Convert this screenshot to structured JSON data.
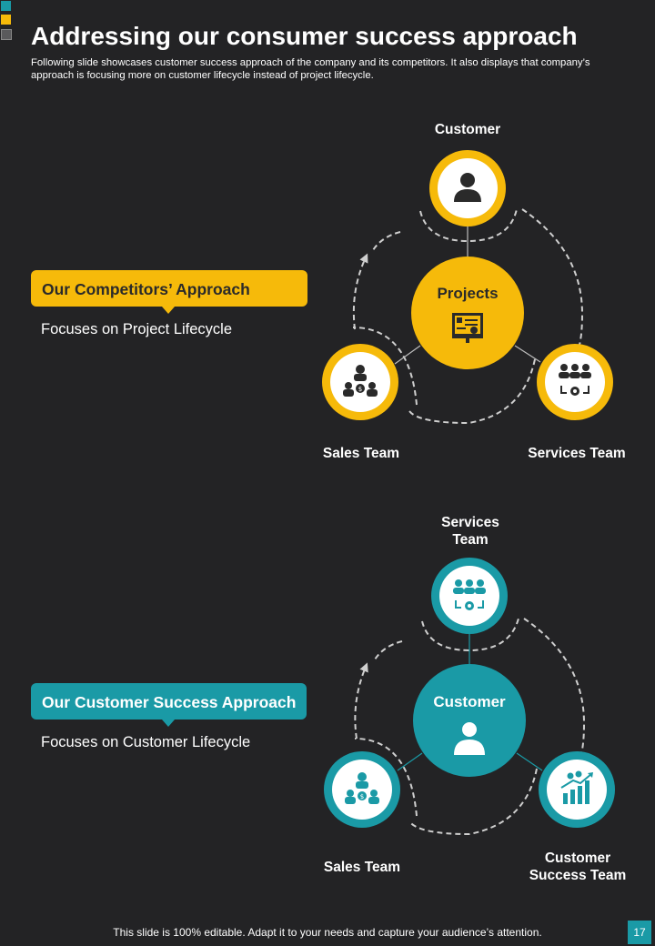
{
  "header": {
    "title": "Addressing our consumer success approach",
    "subtitle": "Following slide showcases customer success approach of the company and its competitors. It also displays that company’s approach is focusing more on customer lifecycle instead of project lifecycle."
  },
  "competitors": {
    "label": "Our Competitors’ Approach",
    "description": "Focuses on Project Lifecycle",
    "center": "Projects",
    "top": "Customer",
    "left": "Sales Team",
    "right": "Services Team",
    "accent": "#f6ba0a"
  },
  "company": {
    "label": "Our Customer Success Approach",
    "description": "Focuses on Customer Lifecycle",
    "center": "Customer",
    "top_line1": "Services",
    "top_line2": "Team",
    "left": "Sales Team",
    "right_line1": "Customer",
    "right_line2": "Success Team",
    "accent": "#1a9aa6"
  },
  "icons": {
    "customer": "person-icon",
    "projects": "presentation-board-icon",
    "sales": "sales-team-icon",
    "services": "services-team-icon",
    "customer_success": "growth-chart-team-icon"
  },
  "footer": {
    "note": "This slide is 100% editable. Adapt it to your needs and capture your audience’s attention.",
    "page": "17"
  },
  "colors": {
    "background": "#232325",
    "yellow": "#f6ba0a",
    "teal": "#1a9aa6"
  }
}
